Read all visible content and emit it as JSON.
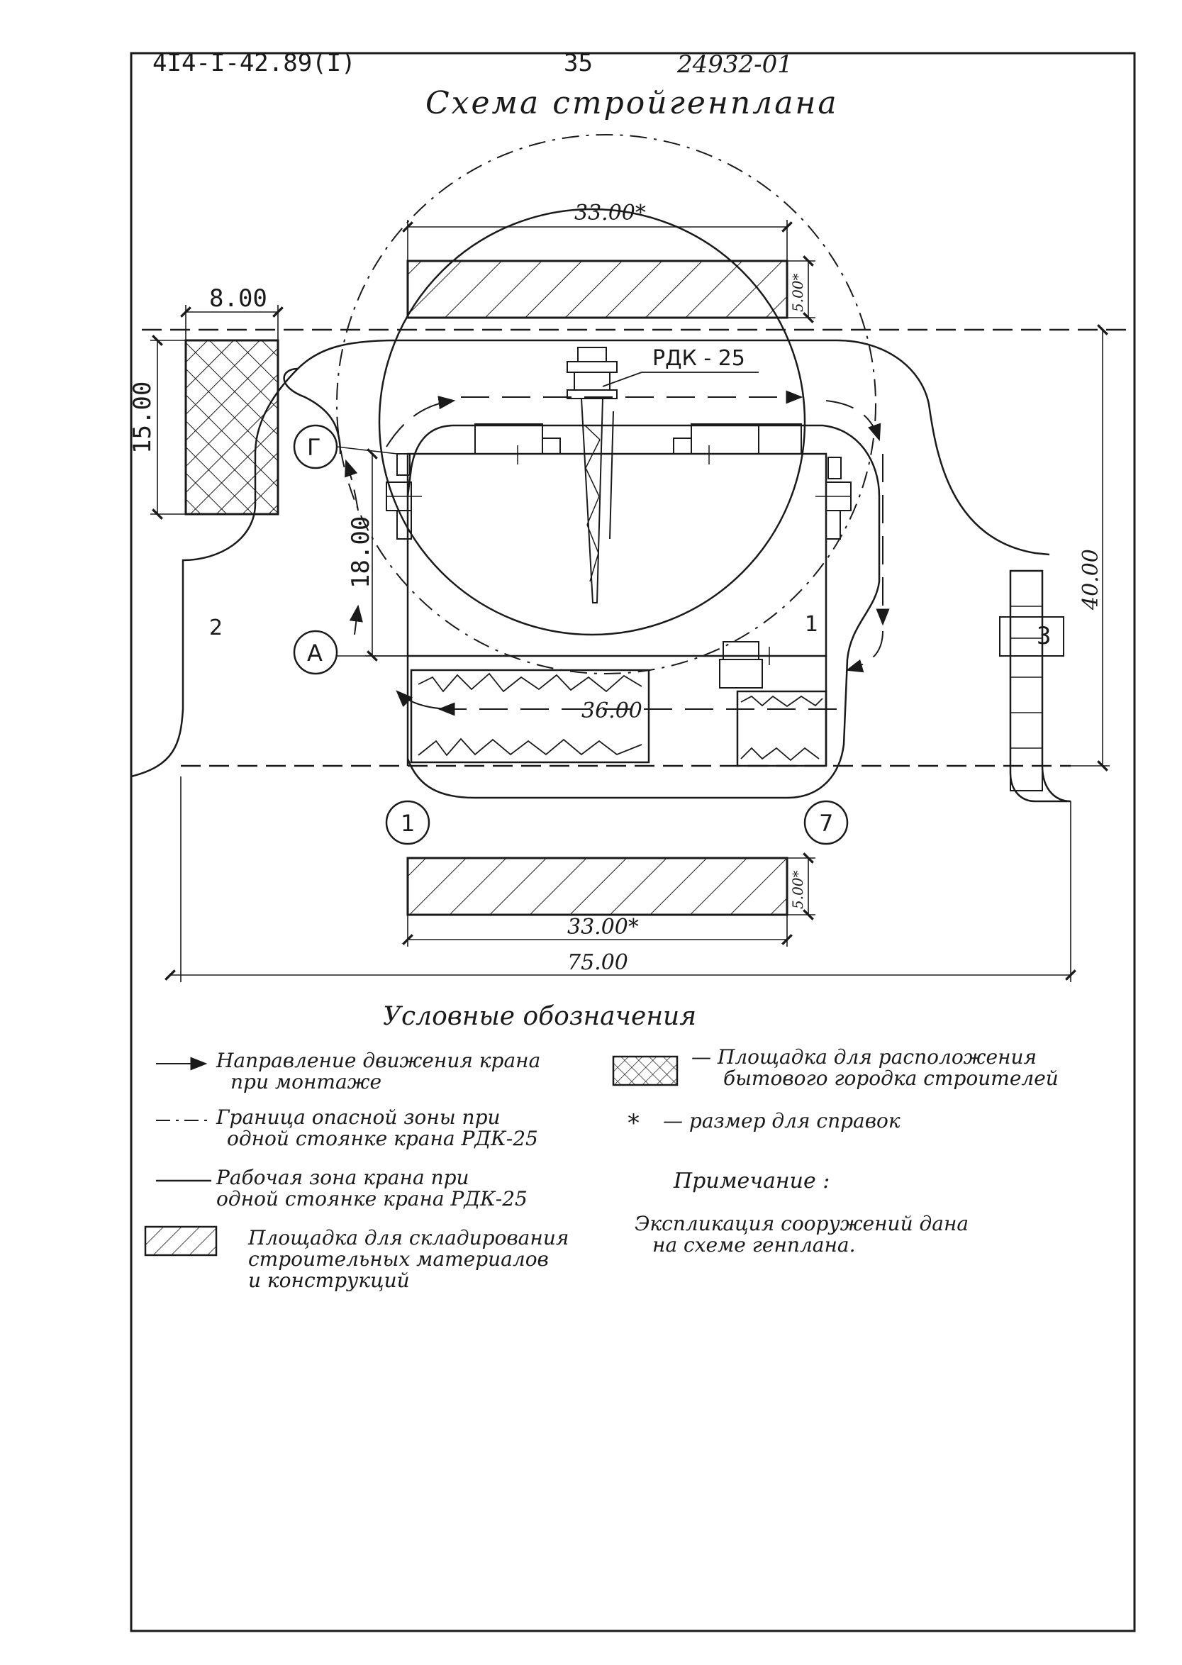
{
  "header": {
    "code": "4I4-I-42.89(I)",
    "page_number": "35",
    "doc_number": "24932-01",
    "title": "Схема стройгенплана"
  },
  "plan": {
    "crane_label": "РДК - 25",
    "dimensions": {
      "top_width": "33.00*",
      "top_depth": "5.00*",
      "bottom_width": "33.00*",
      "bottom_depth": "5.00*",
      "site_pad_width": "8.00",
      "site_pad_depth": "15.00",
      "crane_offset": "18.00",
      "building_length": "36.00",
      "total_width": "75.00",
      "total_depth": "40.00"
    },
    "axes": {
      "g": "Г",
      "a": "А",
      "one": "1",
      "seven": "7"
    },
    "zones": {
      "z1": "1",
      "z2": "2",
      "z3": "3"
    }
  },
  "legend": {
    "title": "Условные обозначения",
    "crane_direction": [
      "Направление движения крана",
      "при монтаже"
    ],
    "danger_zone": [
      "Граница опасной зоны при",
      "одной стоянке крана РДК-25"
    ],
    "work_zone": [
      "Рабочая зона крана при",
      "одной стоянке крана РДК-25"
    ],
    "storage_area": [
      "Площадка для складирования",
      "строительных материалов",
      "и конструкций"
    ],
    "camp_area": [
      "— Площадка для расположения",
      "бытового городка строителей"
    ],
    "reference_mark": "*",
    "reference_text": "— размер для справок",
    "note_title": "Примечание :",
    "note_text": [
      "Экспликация сооружений дана",
      "на схеме генплана."
    ]
  }
}
